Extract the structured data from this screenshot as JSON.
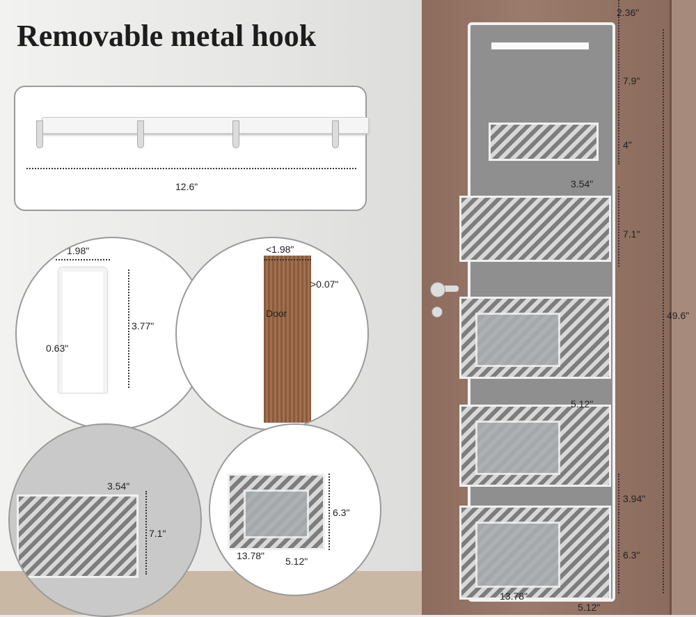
{
  "title": "Removable metal hook",
  "hook_panel": {
    "length": "12.6\""
  },
  "hook_detail": {
    "width": "1.98\"",
    "gap": "0.63\"",
    "height": "3.77\""
  },
  "door_detail": {
    "width": "<1.98\"",
    "thickness": ">0.07\"",
    "door_label": "Door"
  },
  "small_pocket_detail": {
    "depth": "3.54\"",
    "height": "7.1\""
  },
  "box_pocket_detail": {
    "height": "6.3\"",
    "length": "13.78\"",
    "depth": "5.12\""
  },
  "organizer": {
    "top_gap": "2.36\"",
    "top_panel": "7.9\"",
    "small_pockets": "4\"",
    "pocket_depth": "3.54\"",
    "pocket_height": "7.1\"",
    "total_height": "49.6\"",
    "box_depth": "5.12\"",
    "gap": "3.94\"",
    "box_height": "6.3\"",
    "width": "13.78\"",
    "bottom_depth": "5.12\""
  },
  "colors": {
    "door": "#8d6c5e",
    "fabric": "#8f8f8f",
    "trim": "#f0f0f0"
  }
}
